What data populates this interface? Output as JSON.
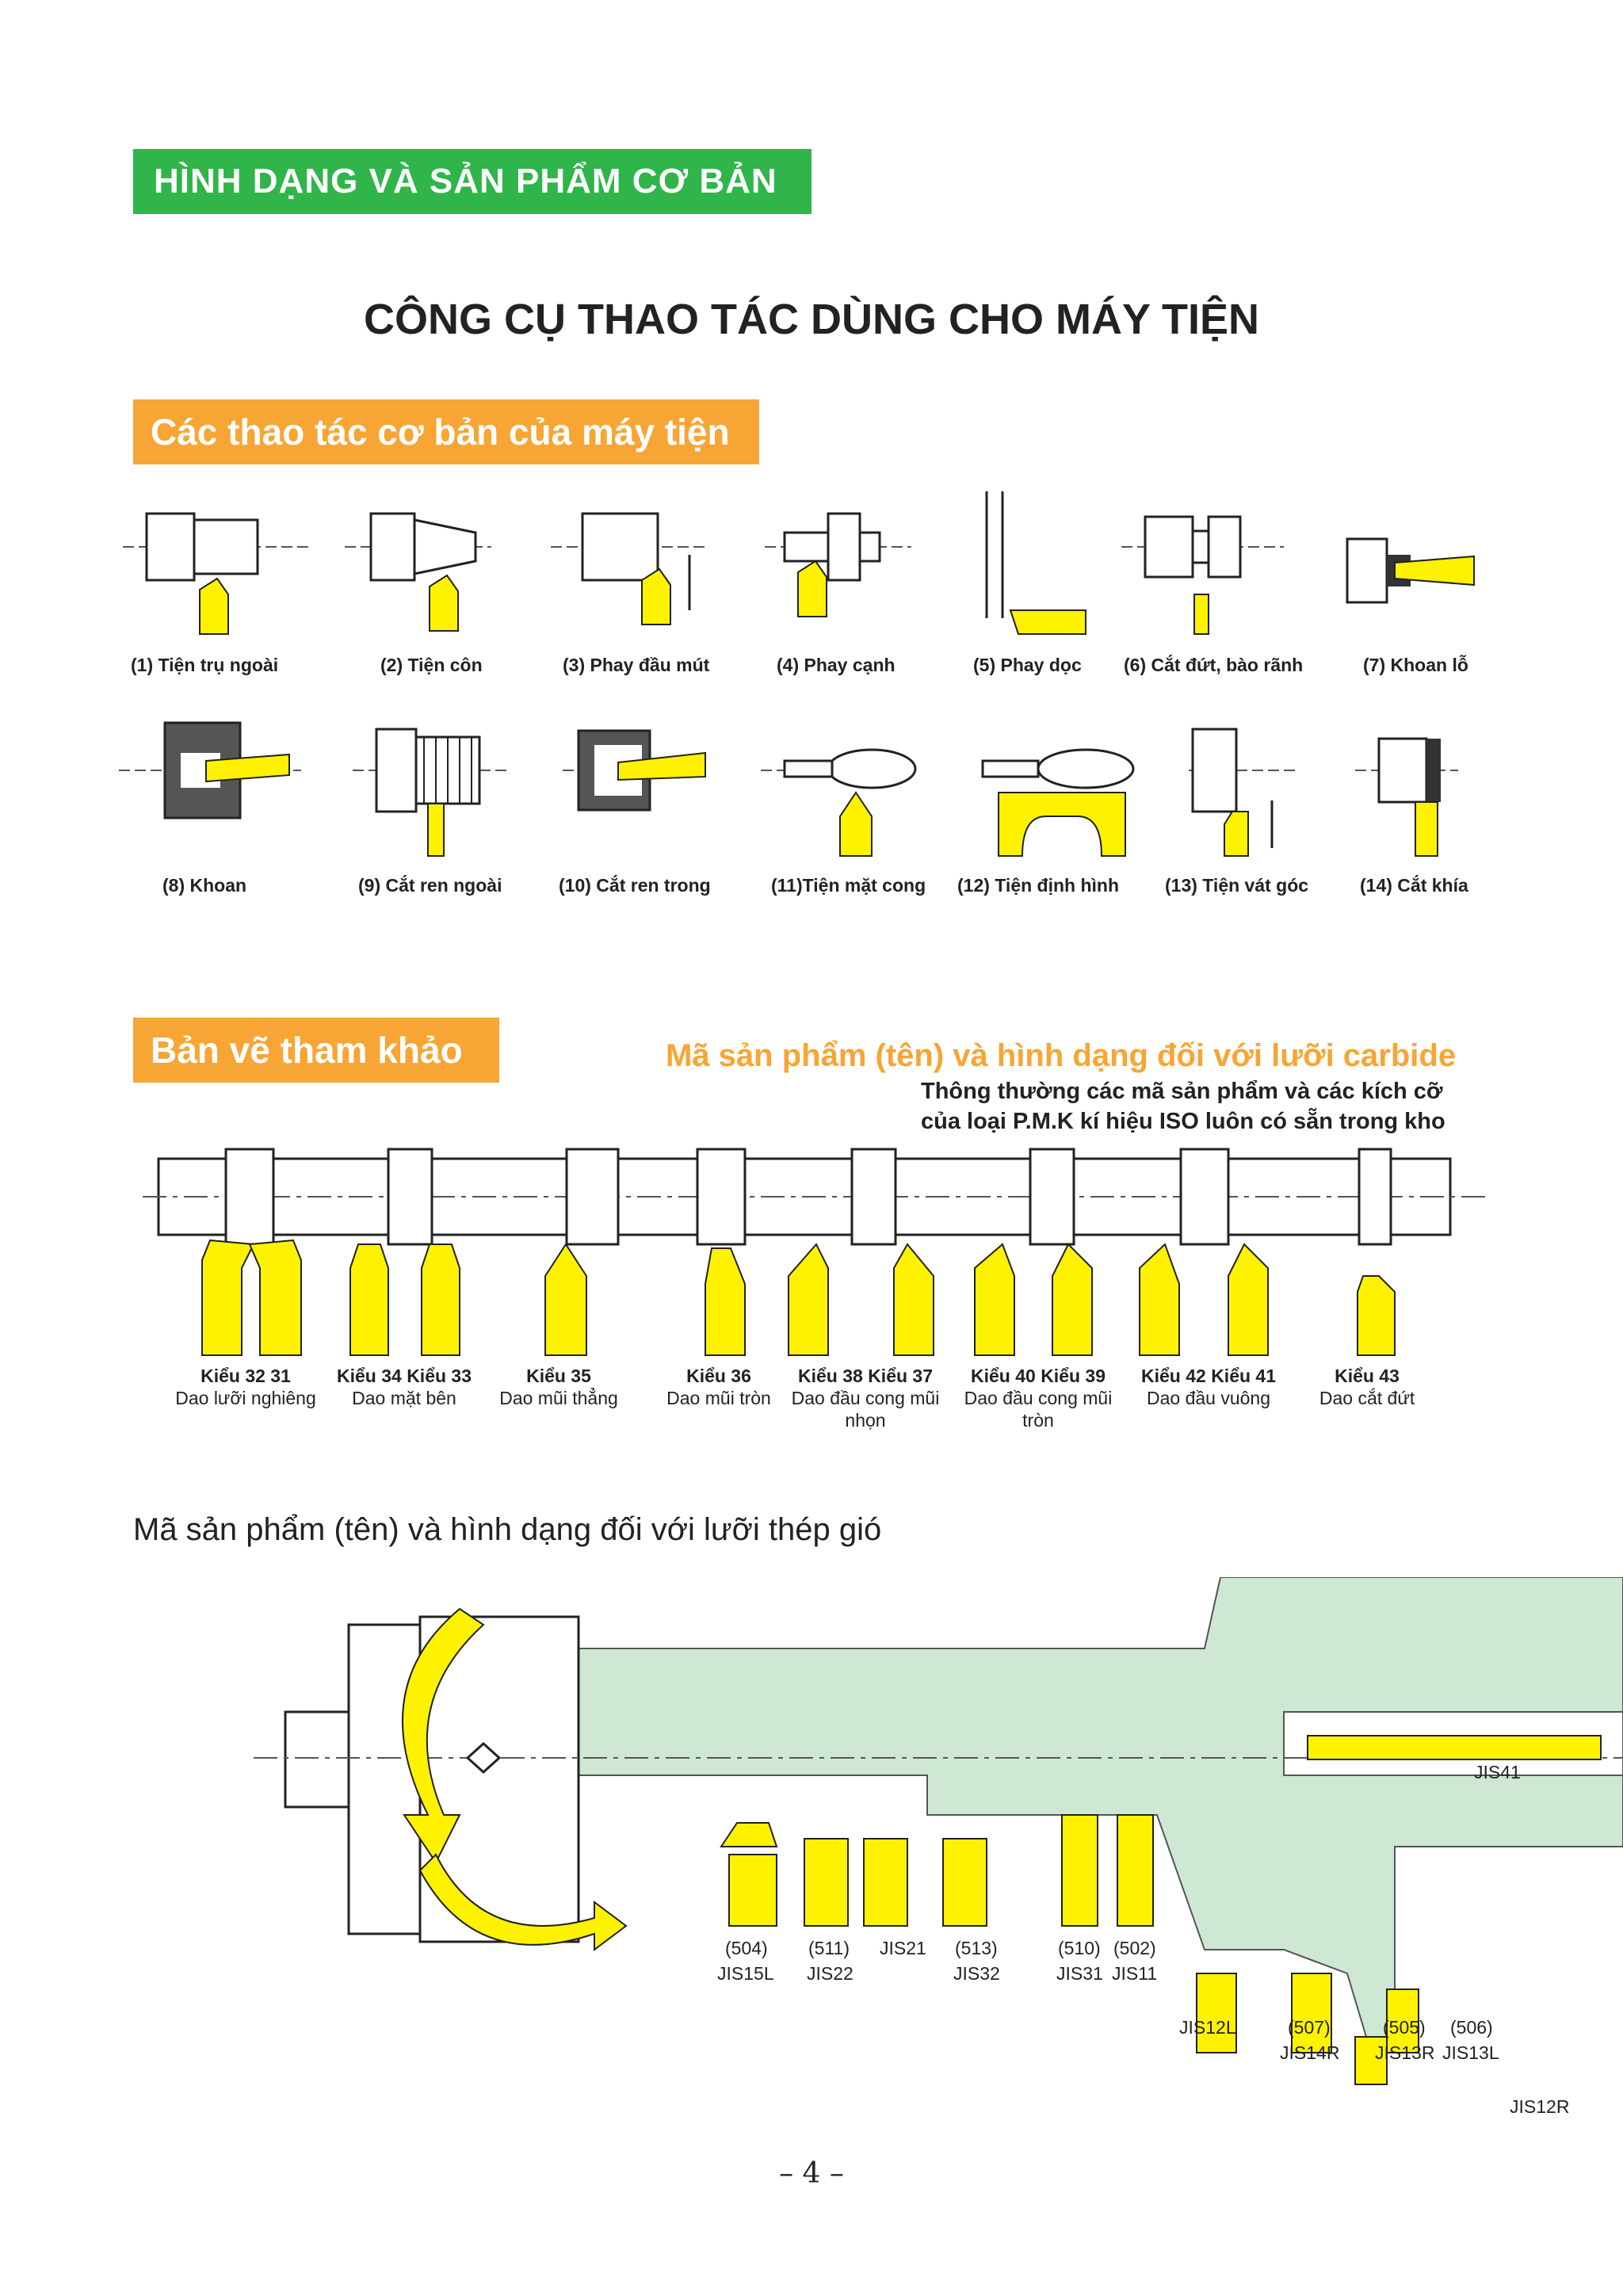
{
  "section_banner": "HÌNH DẠNG VÀ SẢN PHẨM CƠ BẢN",
  "main_title": "CÔNG CỤ THAO TÁC DÙNG CHO MÁY TIỆN",
  "operations": {
    "heading": "Các thao tác cơ bản của máy tiện",
    "row1": [
      "(1) Tiện trụ ngoài",
      "(2) Tiện côn",
      "(3) Phay đầu mút",
      "(4) Phay cạnh",
      "(5) Phay dọc",
      "(6) Cắt đứt, bào rãnh",
      "(7) Khoan lỗ"
    ],
    "row2": [
      "(8) Khoan",
      "(9) Cắt ren ngoài",
      "(10) Cắt ren trong",
      "(11)Tiện mặt cong",
      "(12) Tiện định hình",
      "(13) Tiện vát góc",
      "(14) Cắt khía"
    ]
  },
  "reference": {
    "heading": "Bản vẽ tham khảo",
    "carbide_title": "Mã sản phẩm (tên) và hình dạng đối với lưỡi carbide",
    "note_line1": "Thông thường các mã sản phẩm và các kích cỡ",
    "note_line2": "của loại P.M.K kí hiệu ISO luôn có sẵn trong kho",
    "tool_groups": [
      {
        "types": "Kiểu 32    31",
        "desc": "Dao lưỡi nghiêng"
      },
      {
        "types": "Kiểu 34  Kiểu 33",
        "desc": "Dao mặt bên"
      },
      {
        "types": "Kiểu 35",
        "desc": "Dao mũi thẳng"
      },
      {
        "types": "Kiểu 36",
        "desc": "Dao mũi tròn"
      },
      {
        "types": "Kiểu 38         Kiểu 37",
        "desc": "Dao đầu cong mũi nhọn"
      },
      {
        "types": "Kiểu 40 Kiểu 39",
        "desc": "Dao đầu cong mũi tròn"
      },
      {
        "types": "Kiểu 42   Kiểu 41",
        "desc": "Dao đầu vuông"
      },
      {
        "types": "Kiểu 43",
        "desc": "Dao cắt đứt"
      }
    ]
  },
  "hss": {
    "title": "Mã sản phẩm (tên) và hình dạng đối với lưỡi thép gió",
    "labels": [
      "(504)",
      "JIS15L",
      "(511)",
      "JIS22",
      "JIS21",
      "(513)",
      "JIS32",
      "(510)",
      "JIS31",
      "(502)",
      "JIS11",
      "JIS12L",
      "(507)",
      "JIS14R",
      "(505)",
      "JIS13R",
      "(506)",
      "JIS13L",
      "JIS12R",
      "JIS41"
    ]
  },
  "page_number": "– 4 –",
  "colors": {
    "green": "#2fb54a",
    "orange": "#f7a534",
    "tool_yellow": "#fff200",
    "mint": "#cfe8d4"
  }
}
